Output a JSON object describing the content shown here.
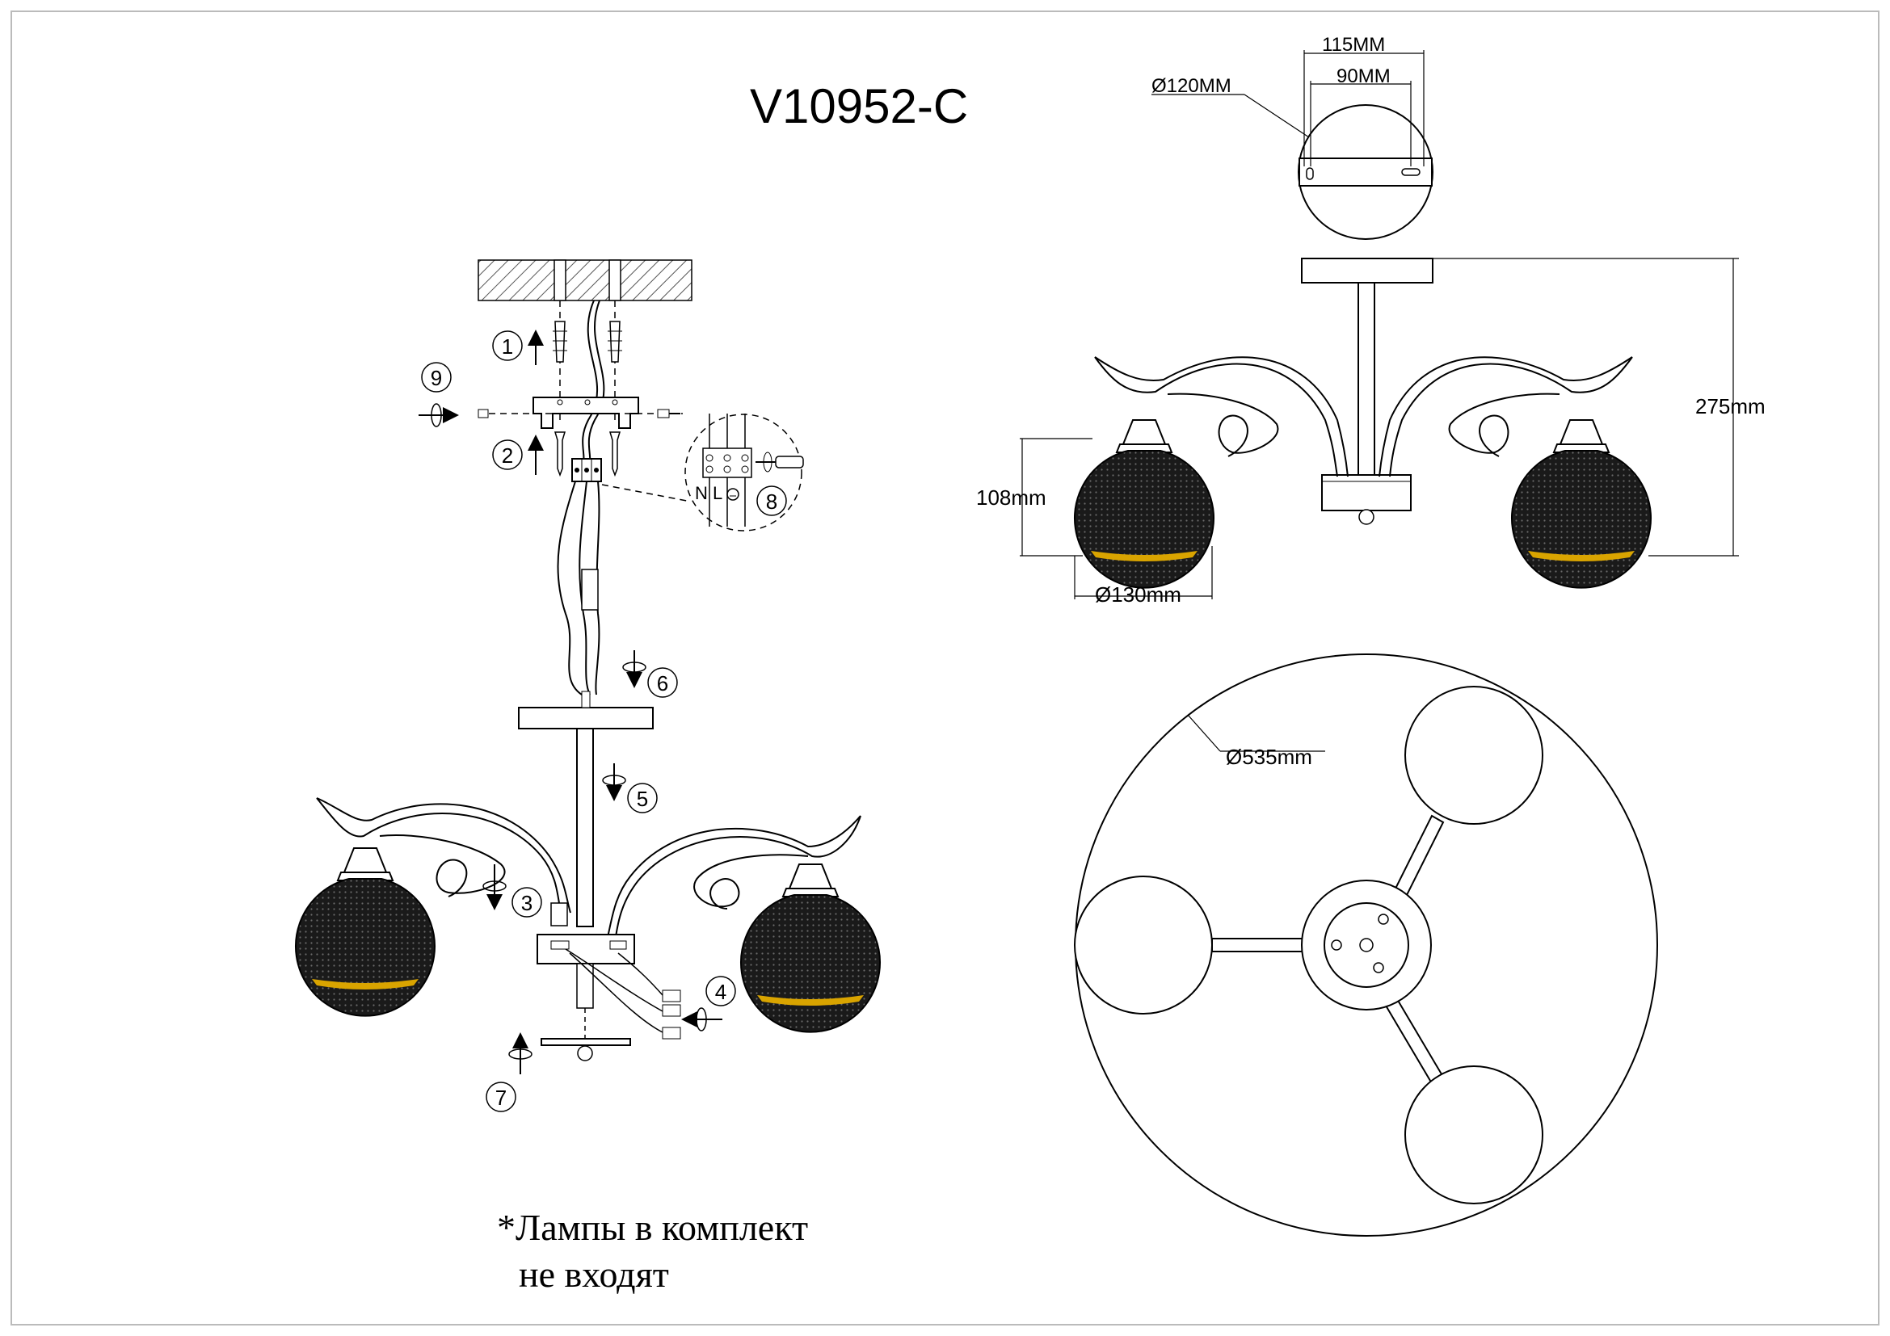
{
  "title": "V10952-C",
  "note": {
    "line1": "*Лампы в комплект",
    "line2": "не входят"
  },
  "dimensions": {
    "canopy_diameter": "Ø120MM",
    "hole_spacing_outer": "115MM",
    "hole_spacing_inner": "90MM",
    "total_height": "275mm",
    "shade_height": "108mm",
    "shade_diameter": "Ø130mm",
    "overall_diameter": "Ø535mm"
  },
  "steps": [
    "1",
    "2",
    "3",
    "4",
    "5",
    "6",
    "7",
    "8",
    "9"
  ],
  "wiring_labels": {
    "neutral": "N",
    "live": "L"
  },
  "colors": {
    "line": "#000000",
    "shade_fill": "#1a1a1a",
    "shade_rim": "#d9a400",
    "hatch": "#555555"
  }
}
